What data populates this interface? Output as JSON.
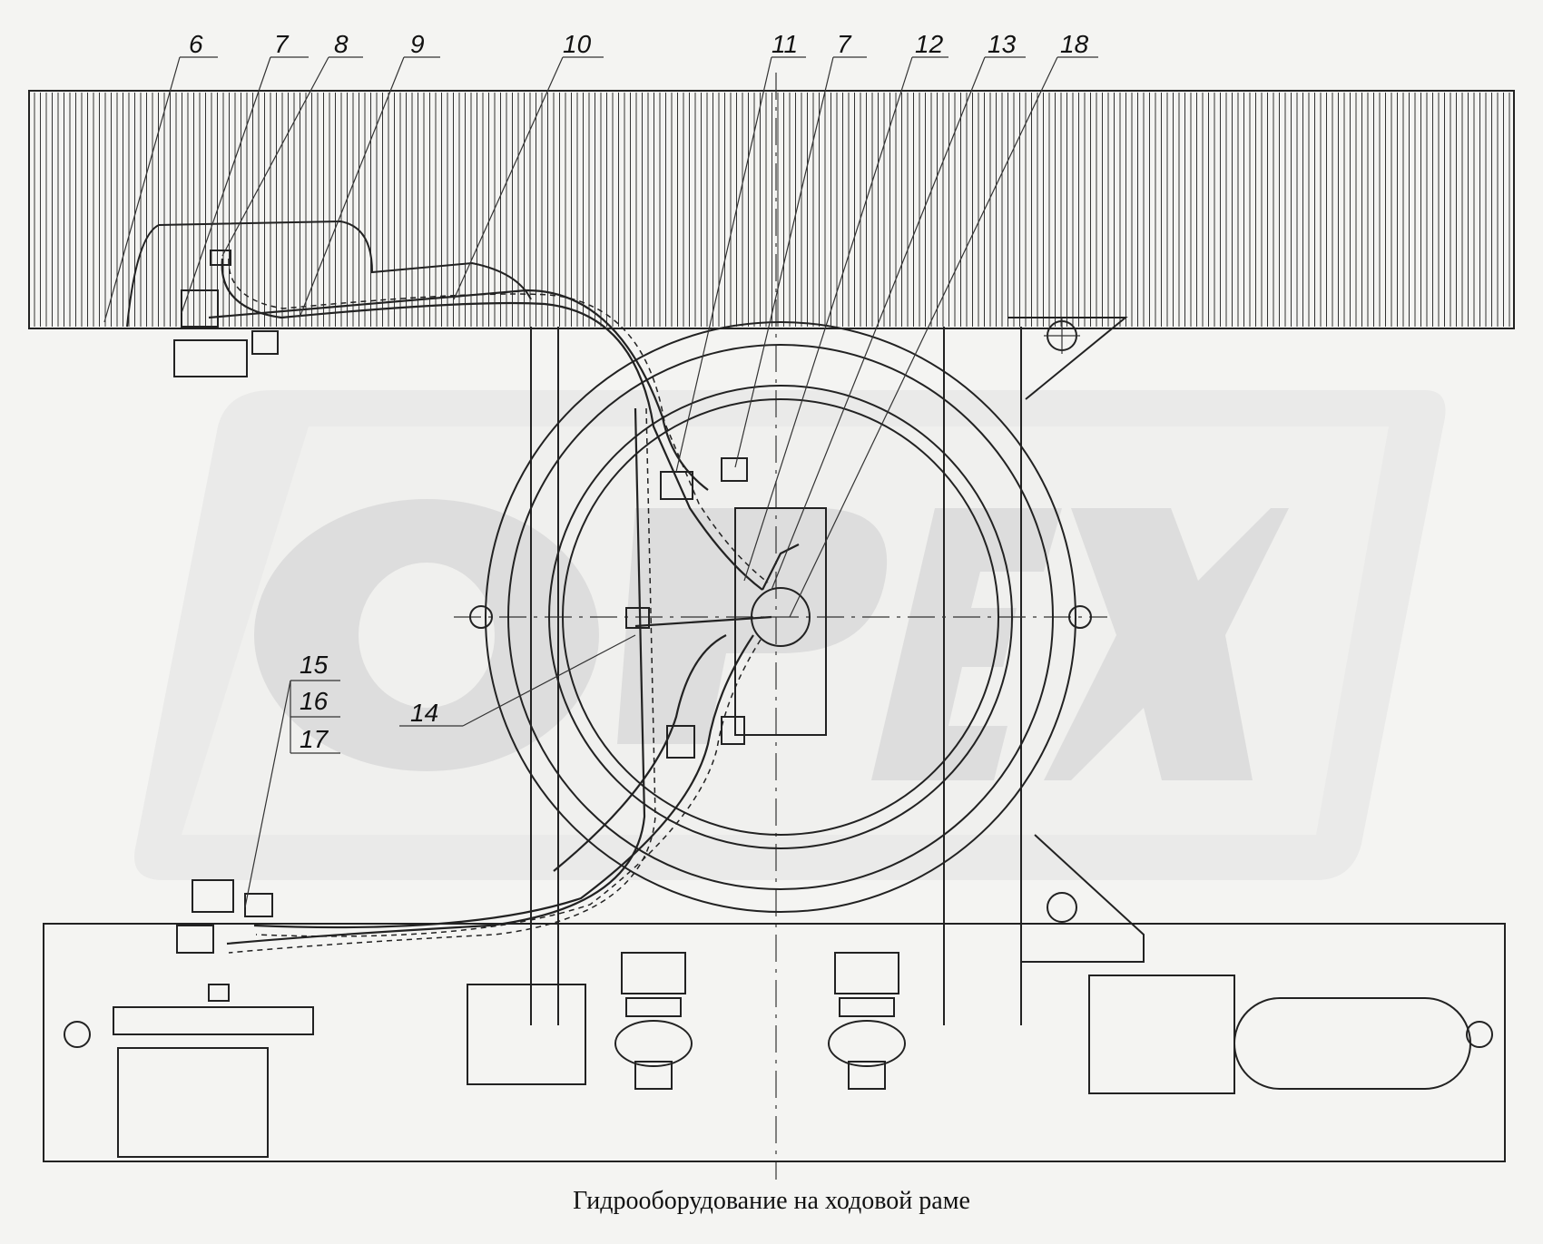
{
  "caption": "Гидрооборудование на ходовой раме",
  "callouts": {
    "c6": "6",
    "c7a": "7",
    "c8": "8",
    "c9": "9",
    "c10": "10",
    "c11": "11",
    "c7b": "7",
    "c12": "12",
    "c13": "13",
    "c18": "18",
    "c14": "14",
    "c15": "15",
    "c16": "16",
    "c17": "17"
  },
  "watermark": {
    "text": "ОРЕХ",
    "color": "#d6d6d6"
  },
  "colors": {
    "line": "#222222",
    "background": "#f4f4f2"
  }
}
